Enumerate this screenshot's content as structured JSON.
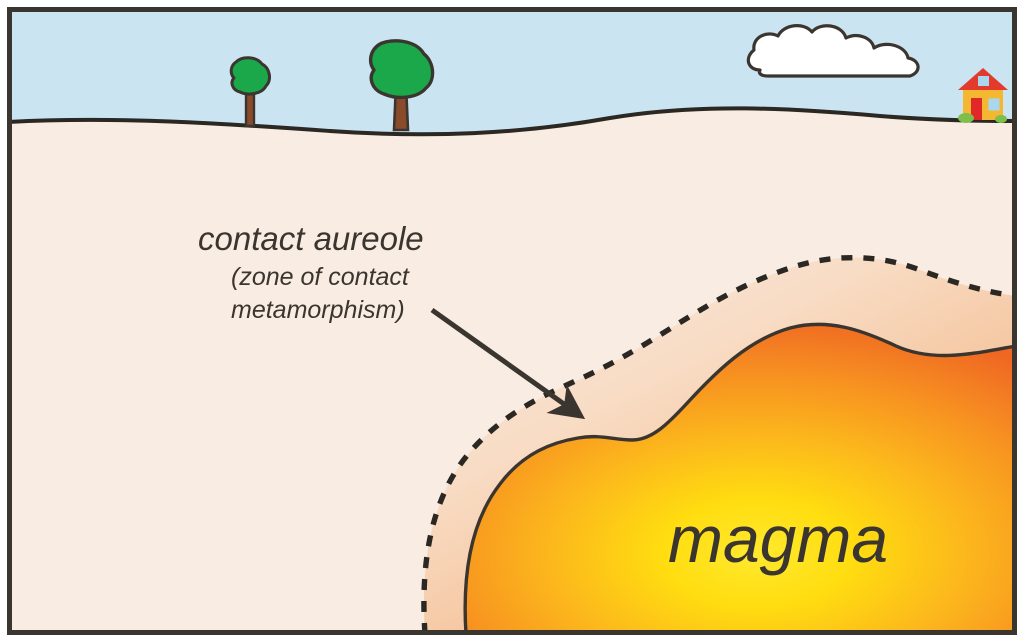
{
  "figure": {
    "type": "geology-cross-section-diagram",
    "title_visible": false,
    "border_color": "#3b3530",
    "background_color": "#ffffff"
  },
  "labels": {
    "aureole_main": "contact aureole",
    "aureole_sub_line1": "(zone of contact",
    "aureole_sub_line2": "metamorphism)",
    "magma": "magma"
  },
  "colors": {
    "sky": "#cbe4f2",
    "country_rock": "#f9ece2",
    "aureole_outer": "#f7e2d0",
    "aureole_inner": "#f4bd8f",
    "magma_core": "#ffe000",
    "magma_mid": "#f9a51a",
    "magma_edge": "#ef6723",
    "outline": "#3b3530",
    "tree_canopy": "#1aa84a",
    "tree_trunk": "#8a4b2a",
    "cloud_fill": "#ffffff",
    "house_wall": "#f4b731",
    "house_roof": "#e23b2e",
    "house_door": "#e02828",
    "house_window": "#a8d8ef",
    "house_bush": "#7dbf49"
  },
  "elements": {
    "sky": "sky-region",
    "ground_surface": "ground-surface-line",
    "country_rock": "country-rock-region",
    "aureole_boundary": "contact-aureole-dotted-boundary",
    "magma_boundary": "magma-contact-solid-line",
    "magma_body": "magma-intrusion-body",
    "pointer": "aureole-label-arrow"
  },
  "scenery": {
    "cloud": "cloud-shape",
    "tree_small": "tree-small",
    "tree_large": "tree-large",
    "house": "house-icon"
  }
}
